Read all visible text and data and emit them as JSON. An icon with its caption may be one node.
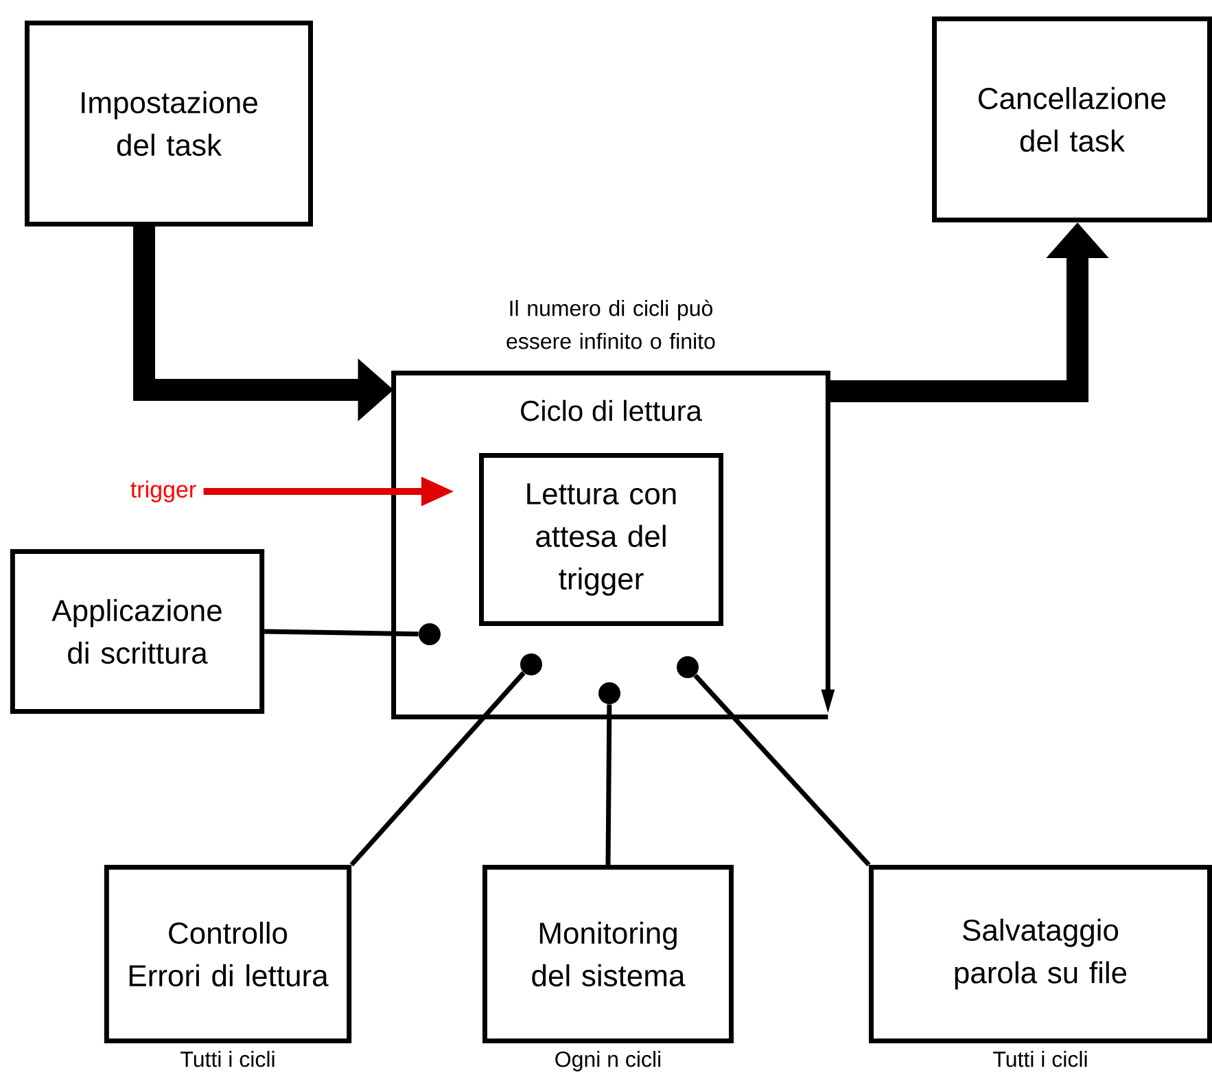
{
  "diagram": {
    "nodes": [
      {
        "text": [
          "Impostazione del task"
        ]
      },
      {
        "text": [
          "Cancellazione del task"
        ]
      },
      {
        "text": [
          "Ciclo di lettura"
        ],
        "beside": [
          "Il numero di cicli può essere infinito o finito"
        ]
      },
      {
        "text": [
          "Lettura con attesa del trigger"
        ],
        "in": 2
      },
      {
        "text": [],
        "shape": "circle",
        "in": 2
      },
      {
        "text": [],
        "shape": "circle",
        "in": 2
      },
      {
        "text": [],
        "shape": "circle",
        "in": 2
      },
      {
        "text": [],
        "shape": "circle",
        "in": 2
      },
      {
        "text": [
          "trigger"
        ]
      },
      {
        "text": [
          "Applicazione di scrittura"
        ]
      },
      {
        "text": [
          "Controllo Errori di lettura"
        ],
        "beside": [
          "Tutti i cicli"
        ]
      },
      {
        "text": [
          "Monitoring del sistema"
        ],
        "beside": [
          "Ogni n cicli"
        ]
      },
      {
        "text": [
          "Salvataggio parola su file"
        ],
        "beside": [
          "Tutti i cicli"
        ]
      }
    ],
    "edges": [
      {
        "from": 0,
        "to": 2,
        "arrow": "to",
        "style": "thick"
      },
      {
        "from": 2,
        "to": 1,
        "arrow": "to",
        "style": "thick"
      },
      {
        "from": 8,
        "to": 3,
        "arrow": "to",
        "color": "#e00000"
      },
      {
        "from": 9,
        "to": 4,
        "arrow": "none"
      },
      {
        "from": 10,
        "to": 5,
        "arrow": "none"
      },
      {
        "from": 11,
        "to": 6,
        "arrow": "none"
      },
      {
        "from": 12,
        "to": 7,
        "arrow": "none"
      }
    ]
  }
}
